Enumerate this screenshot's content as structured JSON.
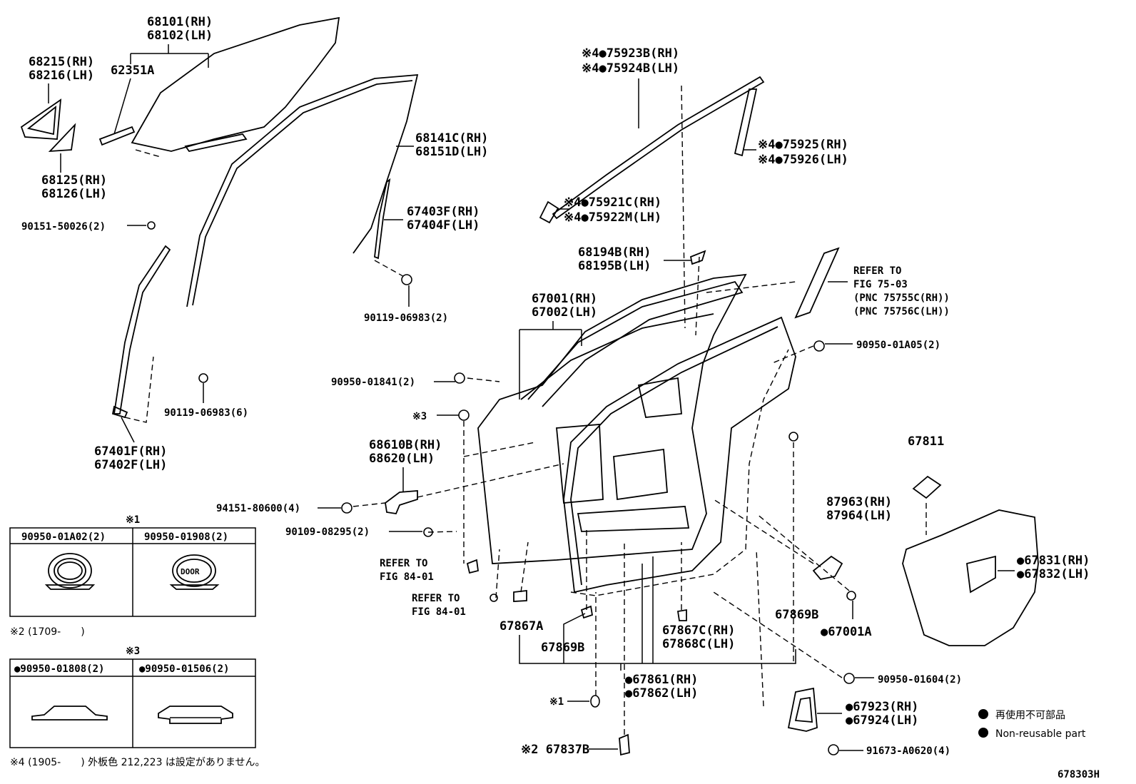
{
  "labels": {
    "p68101": "68101(RH)",
    "p68102": "68102(LH)",
    "p62351A": "62351A",
    "p68215": "68215(RH)",
    "p68216": "68216(LH)",
    "p68125": "68125(RH)",
    "p68126": "68126(LH)",
    "p68141C": "68141C(RH)",
    "p68151D": "68151D(LH)",
    "p67403F": "67403F(RH)",
    "p67404F": "67404F(LH)",
    "p90151": "90151-50026(2)",
    "p90119a": "90119-06983(2)",
    "p90119b": "90119-06983(6)",
    "p67401F": "67401F(RH)",
    "p67402F": "67402F(LH)",
    "p75923B": "※4●75923B(RH)",
    "p75924B": "※4●75924B(LH)",
    "p75925": "※4●75925(RH)",
    "p75926": "※4●75926(LH)",
    "p75921C": "※4●75921C(RH)",
    "p75922M": "※4●75922M(LH)",
    "p68194B": "68194B(RH)",
    "p68195B": "68195B(LH)",
    "refer75_1": "REFER TO",
    "refer75_2": "FIG 75-03",
    "refer75_3": "(PNC 75755C(RH))",
    "refer75_4": "(PNC 75756C(LH))",
    "p67001": "67001(RH)",
    "p67002": "67002(LH)",
    "p90950_01A05": "90950-01A05(2)",
    "p90950_01841": "90950-01841(2)",
    "m3": "※3",
    "p68610B": "68610B(RH)",
    "p68620": "68620(LH)",
    "p94151": "94151-80600(4)",
    "p90109": "90109-08295(2)",
    "referA_1": "REFER TO",
    "referA_2": "FIG 84-01",
    "referB_1": "REFER TO",
    "referB_2": "FIG 84-01",
    "p67867A": "67867A",
    "p67869B_l": "67869B",
    "p67867C": "67867C(RH)",
    "p67868C": "67868C(LH)",
    "p67869B_r": "67869B",
    "p67001A": "●67001A",
    "p87963": "87963(RH)",
    "p87964": "87964(LH)",
    "p67811": "67811",
    "p67831": "●67831(RH)",
    "p67832": "●67832(LH)",
    "p90950_01604": "90950-01604(2)",
    "p67861": "●67861(RH)",
    "p67862": "●67862(LH)",
    "m1": "※1",
    "p67923": "●67923(RH)",
    "p67924": "●67924(LH)",
    "p67837B": "※2 67837B",
    "p91673": "91673-A0620(4)",
    "diagram_id": "678303H"
  },
  "table1": {
    "mark": "※1",
    "col1": "90950-01A02(2)",
    "col2": "90950-01908(2)",
    "door_text": "DOOR"
  },
  "note2": "※2 (1709-　　)",
  "table3": {
    "mark": "※3",
    "col1": "●90950-01808(2)",
    "col2": "●90950-01506(2)"
  },
  "note4": "※4 (1905-　　) 外板色 212,223 は設定がありません。",
  "legend": {
    "jp": "再使用不可部品",
    "en": "Non-reusable part"
  }
}
